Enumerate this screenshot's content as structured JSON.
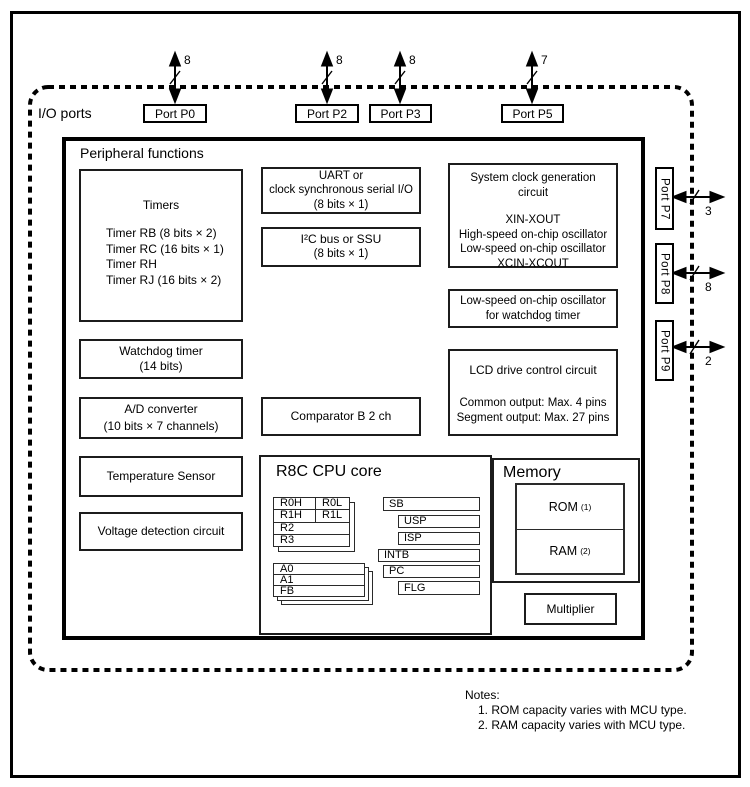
{
  "io_ports_label": "I/O ports",
  "top_ports": [
    {
      "label": "Port P0",
      "bus_width": "8"
    },
    {
      "label": "Port P2",
      "bus_width": "8"
    },
    {
      "label": "Port P3",
      "bus_width": "8"
    },
    {
      "label": "Port P5",
      "bus_width": "7"
    }
  ],
  "right_ports": [
    {
      "label": "Port P7",
      "bus_width": "3"
    },
    {
      "label": "Port P8",
      "bus_width": "8"
    },
    {
      "label": "Port P9",
      "bus_width": "2"
    }
  ],
  "peripheral": {
    "title": "Peripheral functions",
    "timers": {
      "title": "Timers",
      "items": [
        "Timer RB (8 bits × 2)",
        "Timer RC (16 bits × 1)",
        "Timer RH",
        "Timer RJ (16 bits × 2)"
      ]
    },
    "watchdog": {
      "line1": "Watchdog timer",
      "line2": "(14 bits)"
    },
    "adc": {
      "line1": "A/D converter",
      "line2": "(10 bits × 7 channels)"
    },
    "temperature_sensor": "Temperature Sensor",
    "voltage_detection": "Voltage detection circuit",
    "uart": {
      "line1": "UART or",
      "line2": "clock synchronous serial I/O",
      "line3": "(8 bits × 1)"
    },
    "i2c": {
      "line1": "I²C bus or SSU",
      "line2": "(8 bits × 1)"
    },
    "comparator": "Comparator B 2 ch",
    "system_clock": {
      "line1": "System clock generation",
      "line2": "circuit",
      "items": [
        "XIN-XOUT",
        "High-speed on-chip oscillator",
        "Low-speed on-chip oscillator",
        "XCIN-XCOUT"
      ]
    },
    "low_speed_osc": {
      "line1": "Low-speed on-chip oscillator",
      "line2": "for watchdog timer"
    },
    "lcd": {
      "title": "LCD drive control circuit",
      "line1": "Common output: Max. 4 pins",
      "line2": "Segment output: Max. 27 pins"
    }
  },
  "cpu": {
    "title": "R8C CPU core",
    "gpr": [
      [
        "R0H",
        "R0L"
      ],
      [
        "R1H",
        "R1L"
      ],
      [
        "R2"
      ],
      [
        "R3"
      ]
    ],
    "addr": [
      "A0",
      "A1",
      "FB"
    ],
    "ctrl": {
      "sb": "SB",
      "usp": "USP",
      "isp": "ISP",
      "intb": "INTB",
      "pc": "PC",
      "flg": "FLG"
    }
  },
  "memory": {
    "title": "Memory",
    "rom": {
      "label": "ROM",
      "sup": "(1)"
    },
    "ram": {
      "label": "RAM",
      "sup": "(2)"
    },
    "multiplier": "Multiplier"
  },
  "notes": {
    "title": "Notes:",
    "items": [
      "1. ROM capacity varies with MCU type.",
      "2. RAM capacity varies with MCU type."
    ]
  },
  "colors": {
    "line": "#000000",
    "background": "#ffffff"
  }
}
